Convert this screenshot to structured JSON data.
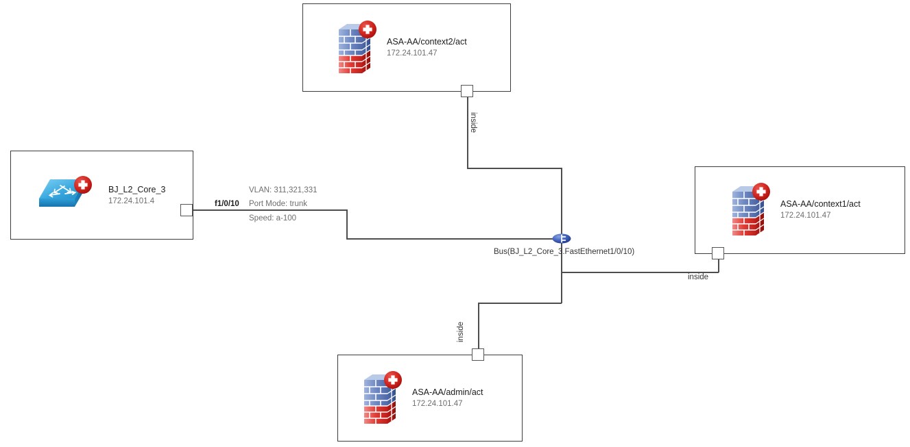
{
  "diagram": {
    "type": "network-topology",
    "background": "#ffffff",
    "line_color": "#4d4d4d",
    "accent_blue": "#3a5fbd",
    "accent_red": "#cc2026"
  },
  "nodes": [
    {
      "id": "asa-context2",
      "title": "ASA-AA/context2/act",
      "ip": "172.24.101.47",
      "icon": "firewall-icon",
      "port_label": "inside"
    },
    {
      "id": "bj-l2-core-3",
      "title": "BJ_L2_Core_3",
      "ip": "172.24.101.4",
      "icon": "switch-icon",
      "port_label": "f1/0/10"
    },
    {
      "id": "asa-context1",
      "title": "ASA-AA/context1/act",
      "ip": "172.24.101.47",
      "icon": "firewall-icon",
      "port_label": "inside"
    },
    {
      "id": "asa-admin",
      "title": "ASA-AA/admin/act",
      "ip": "172.24.101.47",
      "icon": "firewall-icon",
      "port_label": "inside"
    }
  ],
  "bus": {
    "label": "Bus(BJ_L2_Core_3.FastEthernet1/0/10)",
    "icon": "bus-hub-icon"
  },
  "link_details": {
    "interface": "f1/0/10",
    "vlan": "VLAN: 311,321,331",
    "port_mode": "Port Mode: trunk",
    "speed": "Speed: a-100"
  },
  "port_labels": {
    "top_inside": "inside",
    "right_inside": "inside",
    "bottom_inside": "inside"
  }
}
